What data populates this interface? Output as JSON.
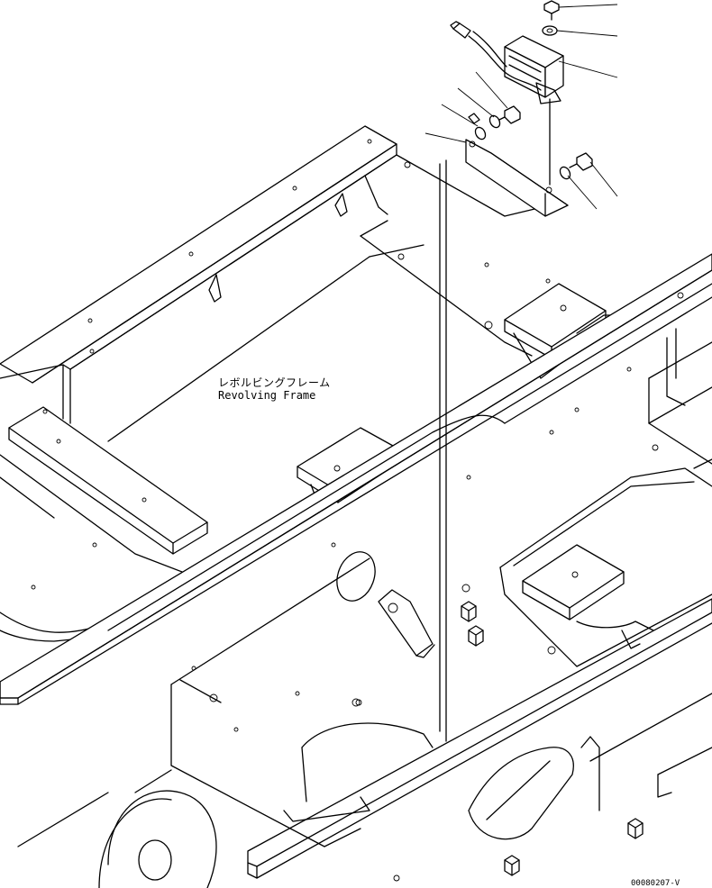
{
  "labels": {
    "part_name_jp": "レボルビングフレーム",
    "part_name_en": "Revolving Frame",
    "drawing_code": "00080207-V"
  },
  "colors": {
    "line": "#000000",
    "background": "#ffffff"
  }
}
